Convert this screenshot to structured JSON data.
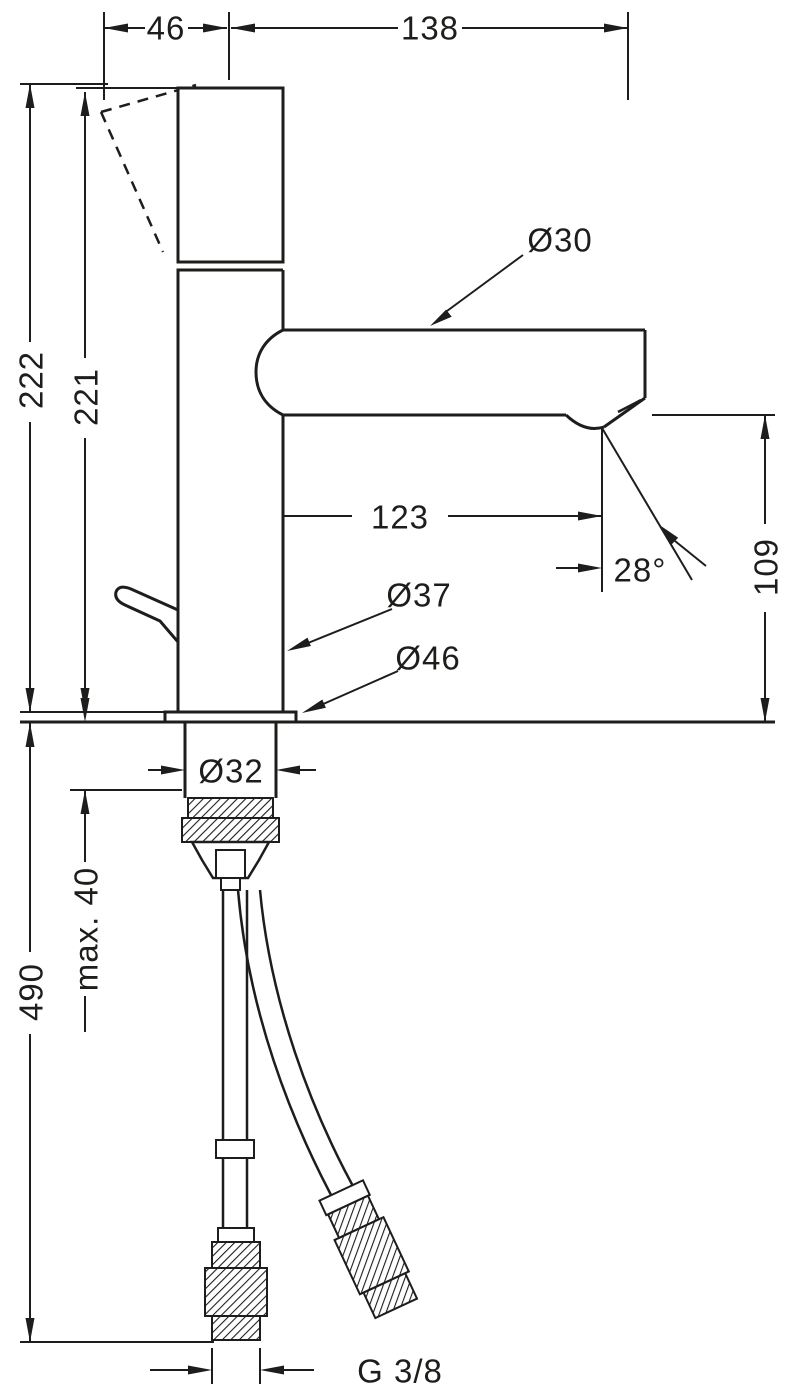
{
  "figure": {
    "type": "technical-dimension-drawing",
    "subject": "single-hole-basin-mixer-faucet"
  },
  "colors": {
    "line": "#1d1d1b",
    "background": "#ffffff"
  },
  "labels": {
    "dim_46": "46",
    "dim_138": "138",
    "dim_222": "222",
    "dim_221": "221",
    "dia_30": "Ø30",
    "dim_123": "123",
    "angle_28": "28°",
    "dim_109": "109",
    "dia_37": "Ø37",
    "dia_46": "Ø46",
    "dia_32": "Ø32",
    "max_40": "max. 40",
    "dim_490": "490",
    "thread": "G 3/8"
  }
}
